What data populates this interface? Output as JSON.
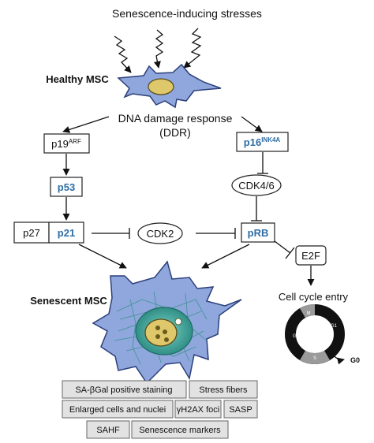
{
  "title": "Senescence-inducing stresses",
  "healthy_label": "Healthy MSC",
  "ddr": {
    "line1": "DNA damage response",
    "line2": "(DDR)"
  },
  "nodes": {
    "p19": {
      "base": "p19",
      "sup": "ARF"
    },
    "p16": {
      "base": "p16",
      "sup": "INK4A"
    },
    "p53": "p53",
    "cdk46": "CDK4/6",
    "p27": "p27",
    "p21": "p21",
    "cdk2": "CDK2",
    "prb": "pRB",
    "e2f": "E2F"
  },
  "senescent_label": "Senescent MSC",
  "cell_cycle": {
    "title": "Cell cycle entry",
    "phases": [
      "M",
      "G1",
      "S",
      "G2"
    ],
    "exit": "G0"
  },
  "markers": [
    "SA-βGal positive staining",
    "Stress fibers",
    "Enlarged cells and nuclei",
    "γH2AX foci",
    "SASP",
    "SAHF",
    "Senescence markers"
  ],
  "colors": {
    "cell_fill": "#8fa7dc",
    "cell_stroke": "#2c3f7a",
    "nucleus": "#dfc86c",
    "emphasis_text": "#2e6da4",
    "marker_fill": "#e2e2e2"
  }
}
